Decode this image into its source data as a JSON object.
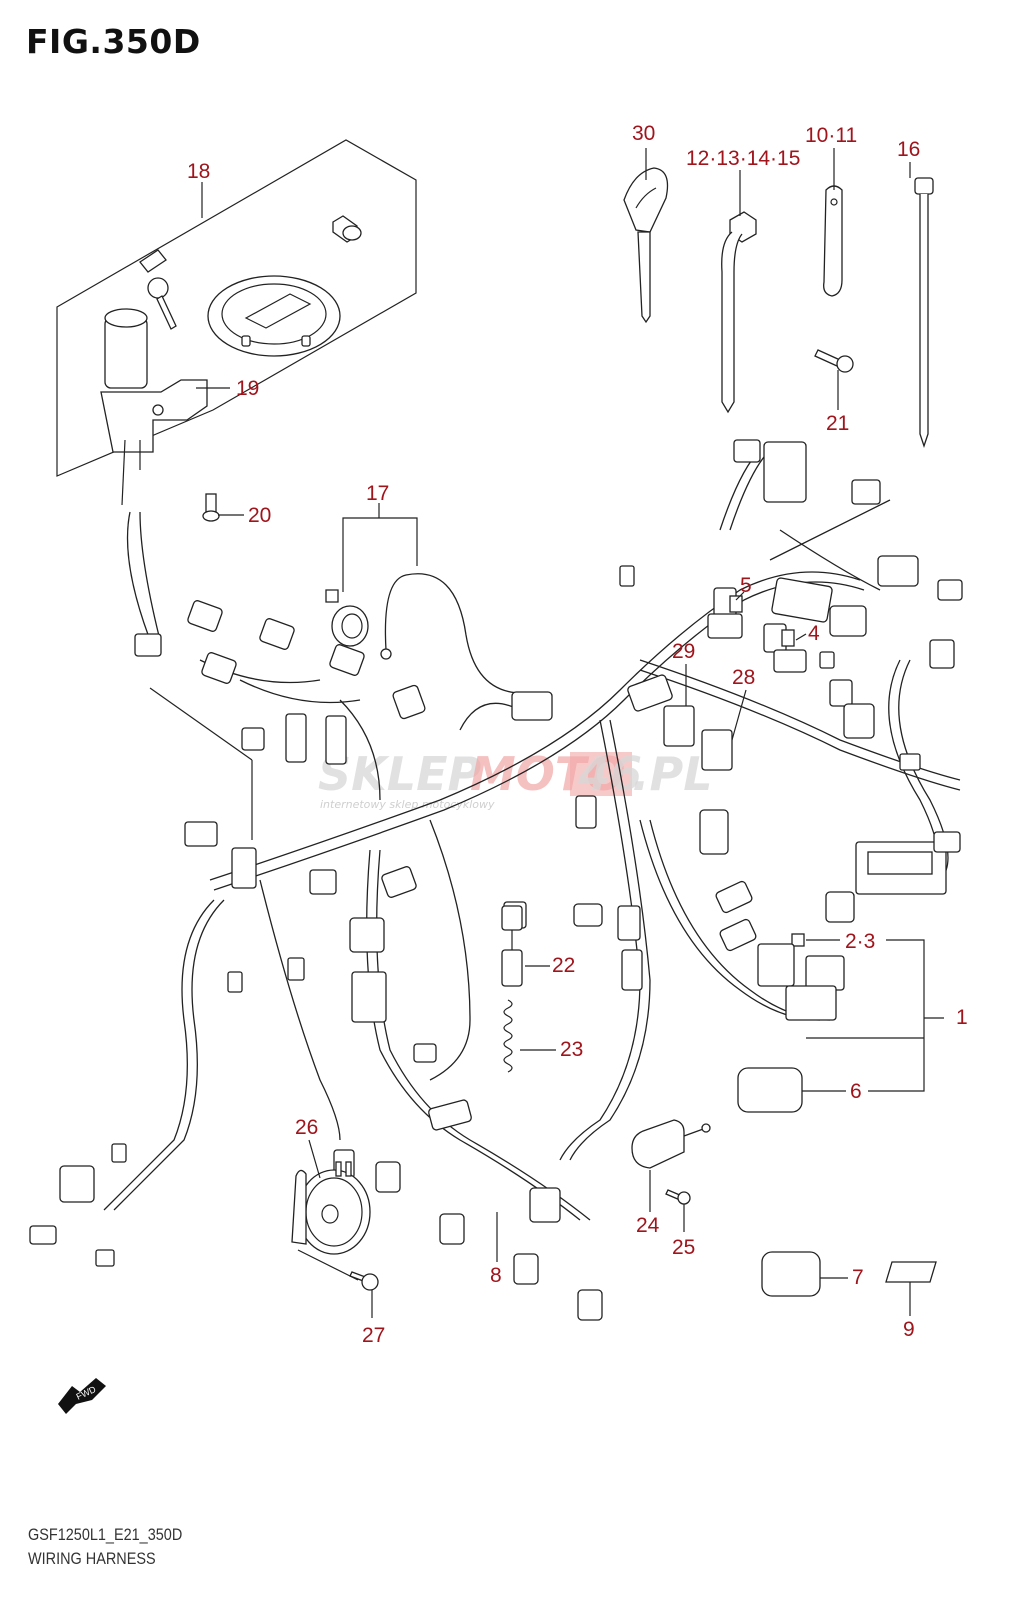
{
  "figure": {
    "title": "FIG.350D",
    "code": "GSF1250L1_E21_350D",
    "name": "WIRING HARNESS",
    "label_color": "#a0141c"
  },
  "direction_marker": {
    "icon": "fwd-arrow-icon",
    "text": "FWD"
  },
  "watermark": {
    "part1": "SKLEP",
    "part2": "MOTO",
    "part3": "46",
    "suffix": ".PL",
    "tagline": "internetowy sklep motocyklowy"
  },
  "callouts": [
    {
      "id": "c1",
      "text": "1"
    },
    {
      "id": "c23",
      "text": "2·3"
    },
    {
      "id": "c4",
      "text": "4"
    },
    {
      "id": "c5",
      "text": "5"
    },
    {
      "id": "c6",
      "text": "6"
    },
    {
      "id": "c7",
      "text": "7"
    },
    {
      "id": "c8",
      "text": "8"
    },
    {
      "id": "c9",
      "text": "9"
    },
    {
      "id": "c1011",
      "text": "10·11"
    },
    {
      "id": "c12_15",
      "text": "12·13·14·15"
    },
    {
      "id": "c16",
      "text": "16"
    },
    {
      "id": "c17",
      "text": "17"
    },
    {
      "id": "c18",
      "text": "18"
    },
    {
      "id": "c19",
      "text": "19"
    },
    {
      "id": "c20",
      "text": "20"
    },
    {
      "id": "c21",
      "text": "21"
    },
    {
      "id": "c22",
      "text": "22"
    },
    {
      "id": "c23b",
      "text": "23"
    },
    {
      "id": "c24",
      "text": "24"
    },
    {
      "id": "c25",
      "text": "25"
    },
    {
      "id": "c26",
      "text": "26"
    },
    {
      "id": "c27",
      "text": "27"
    },
    {
      "id": "c28",
      "text": "28"
    },
    {
      "id": "c29",
      "text": "29"
    },
    {
      "id": "c30",
      "text": "30"
    }
  ]
}
